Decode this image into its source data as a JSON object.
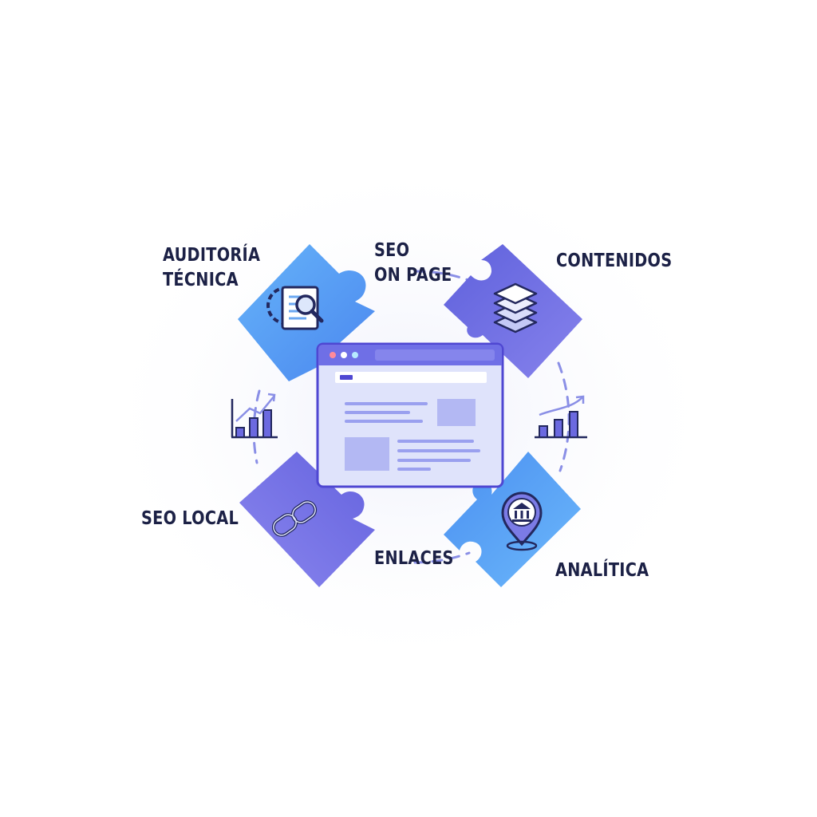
{
  "labels": {
    "auditoria": {
      "line1": "AUDITORÍA",
      "line2": "TÉCNICA"
    },
    "onpage": {
      "line1": "SEO",
      "line2": "ON PAGE"
    },
    "contenidos": "CONTENIDOS",
    "local": "SEO LOCAL",
    "enlaces": "ENLACES",
    "analitica": "ANALÍTICA"
  },
  "icons": {
    "auditoria_piece": "gear-document-magnifier-icon",
    "contenidos_piece": "layers-stack-icon",
    "local_piece": "chain-link-icon",
    "analitica_piece": "location-pin-building-icon",
    "left_side": "bar-chart-trend-icon",
    "right_side": "bar-chart-trend-icon",
    "center": "browser-window-icon"
  },
  "colors": {
    "text": "#1c2146",
    "blue_light": "#62b0f8",
    "blue_mid": "#4a8ff0",
    "violet": "#6e6ce4",
    "violet_light": "#8683ec",
    "navy": "#23285e",
    "ring": "#8a8fe6",
    "browser_fill": "#dfe3fb",
    "browser_stroke": "#4f47d2"
  }
}
